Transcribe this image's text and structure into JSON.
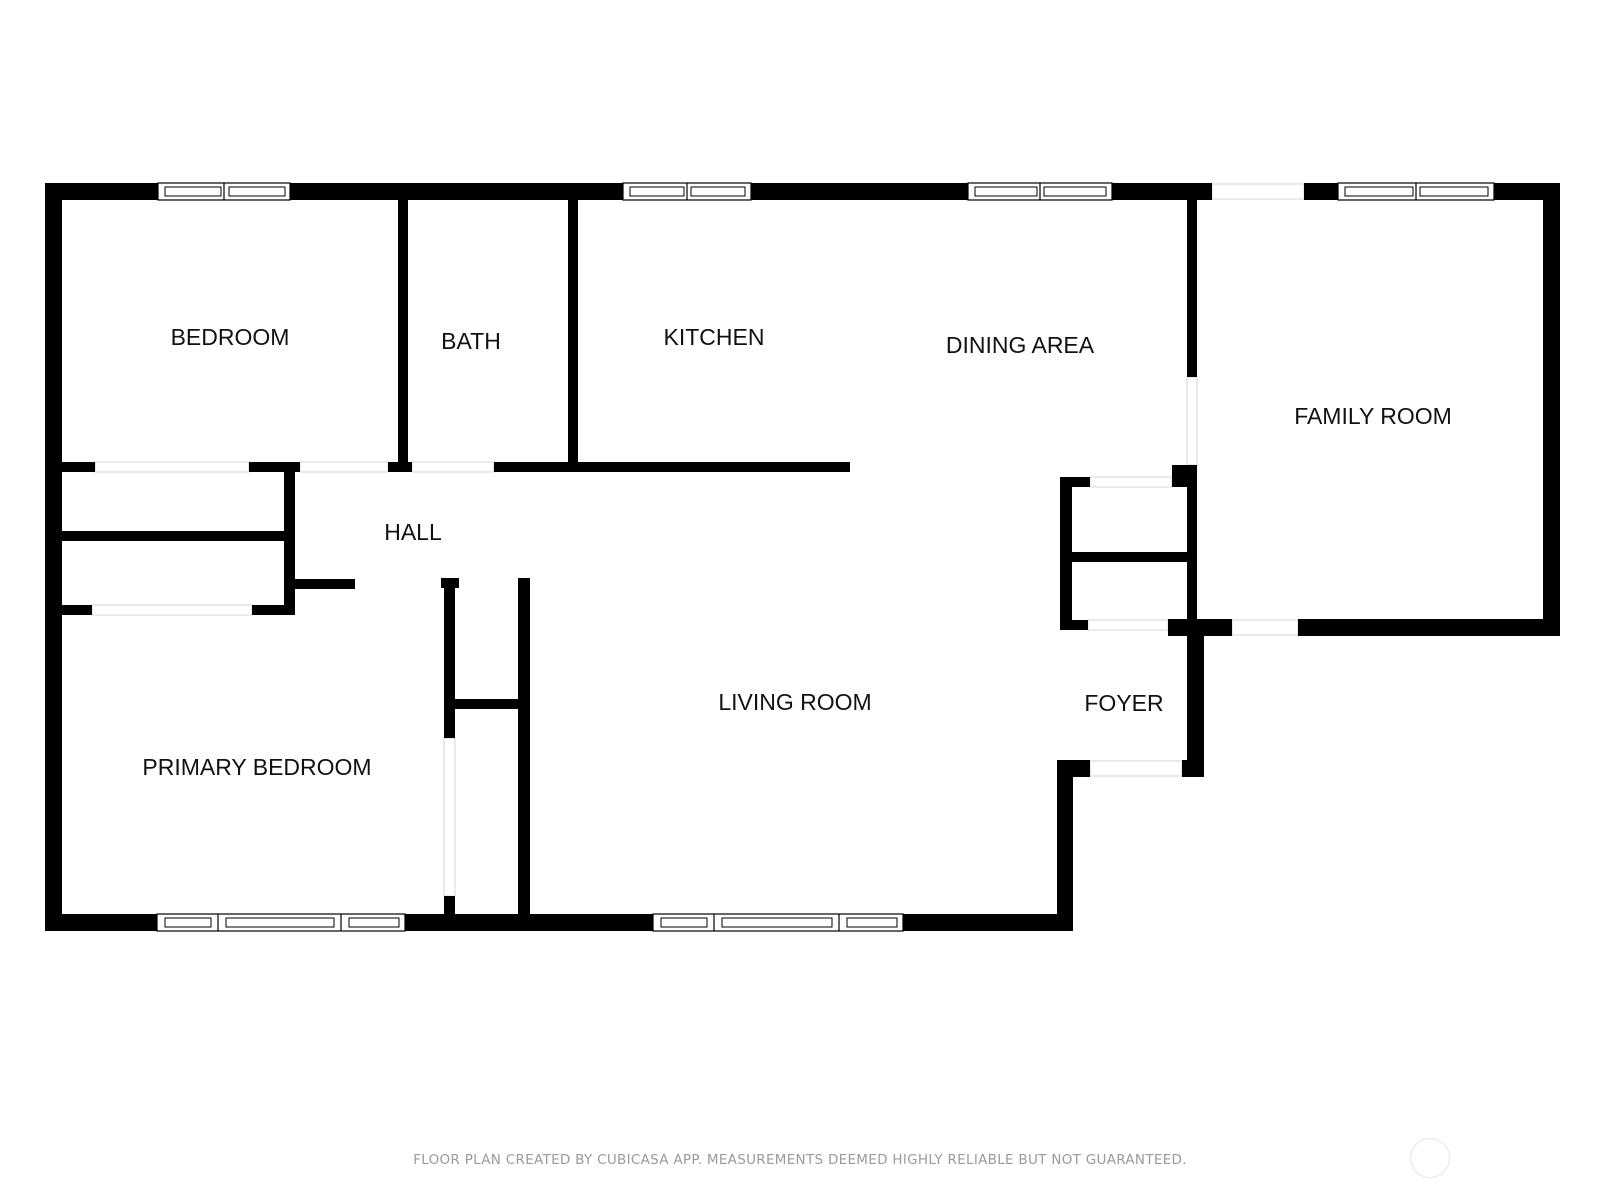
{
  "rooms": {
    "bedroom": "BEDROOM",
    "bath": "BATH",
    "kitchen": "KITCHEN",
    "dining_area": "DINING AREA",
    "family_room": "FAMILY ROOM",
    "hall": "HALL",
    "living_room": "LIVING ROOM",
    "foyer": "FOYER",
    "primary_bedroom": "PRIMARY BEDROOM"
  },
  "footer": {
    "disclaimer": "FLOOR PLAN CREATED BY CUBICASA APP. MEASUREMENTS DEEMED HIGHLY RELIABLE BUT NOT GUARANTEED."
  },
  "colors": {
    "wall": "#000000",
    "background": "#ffffff",
    "label": "#111111",
    "footer_text": "#9a9a9a"
  }
}
